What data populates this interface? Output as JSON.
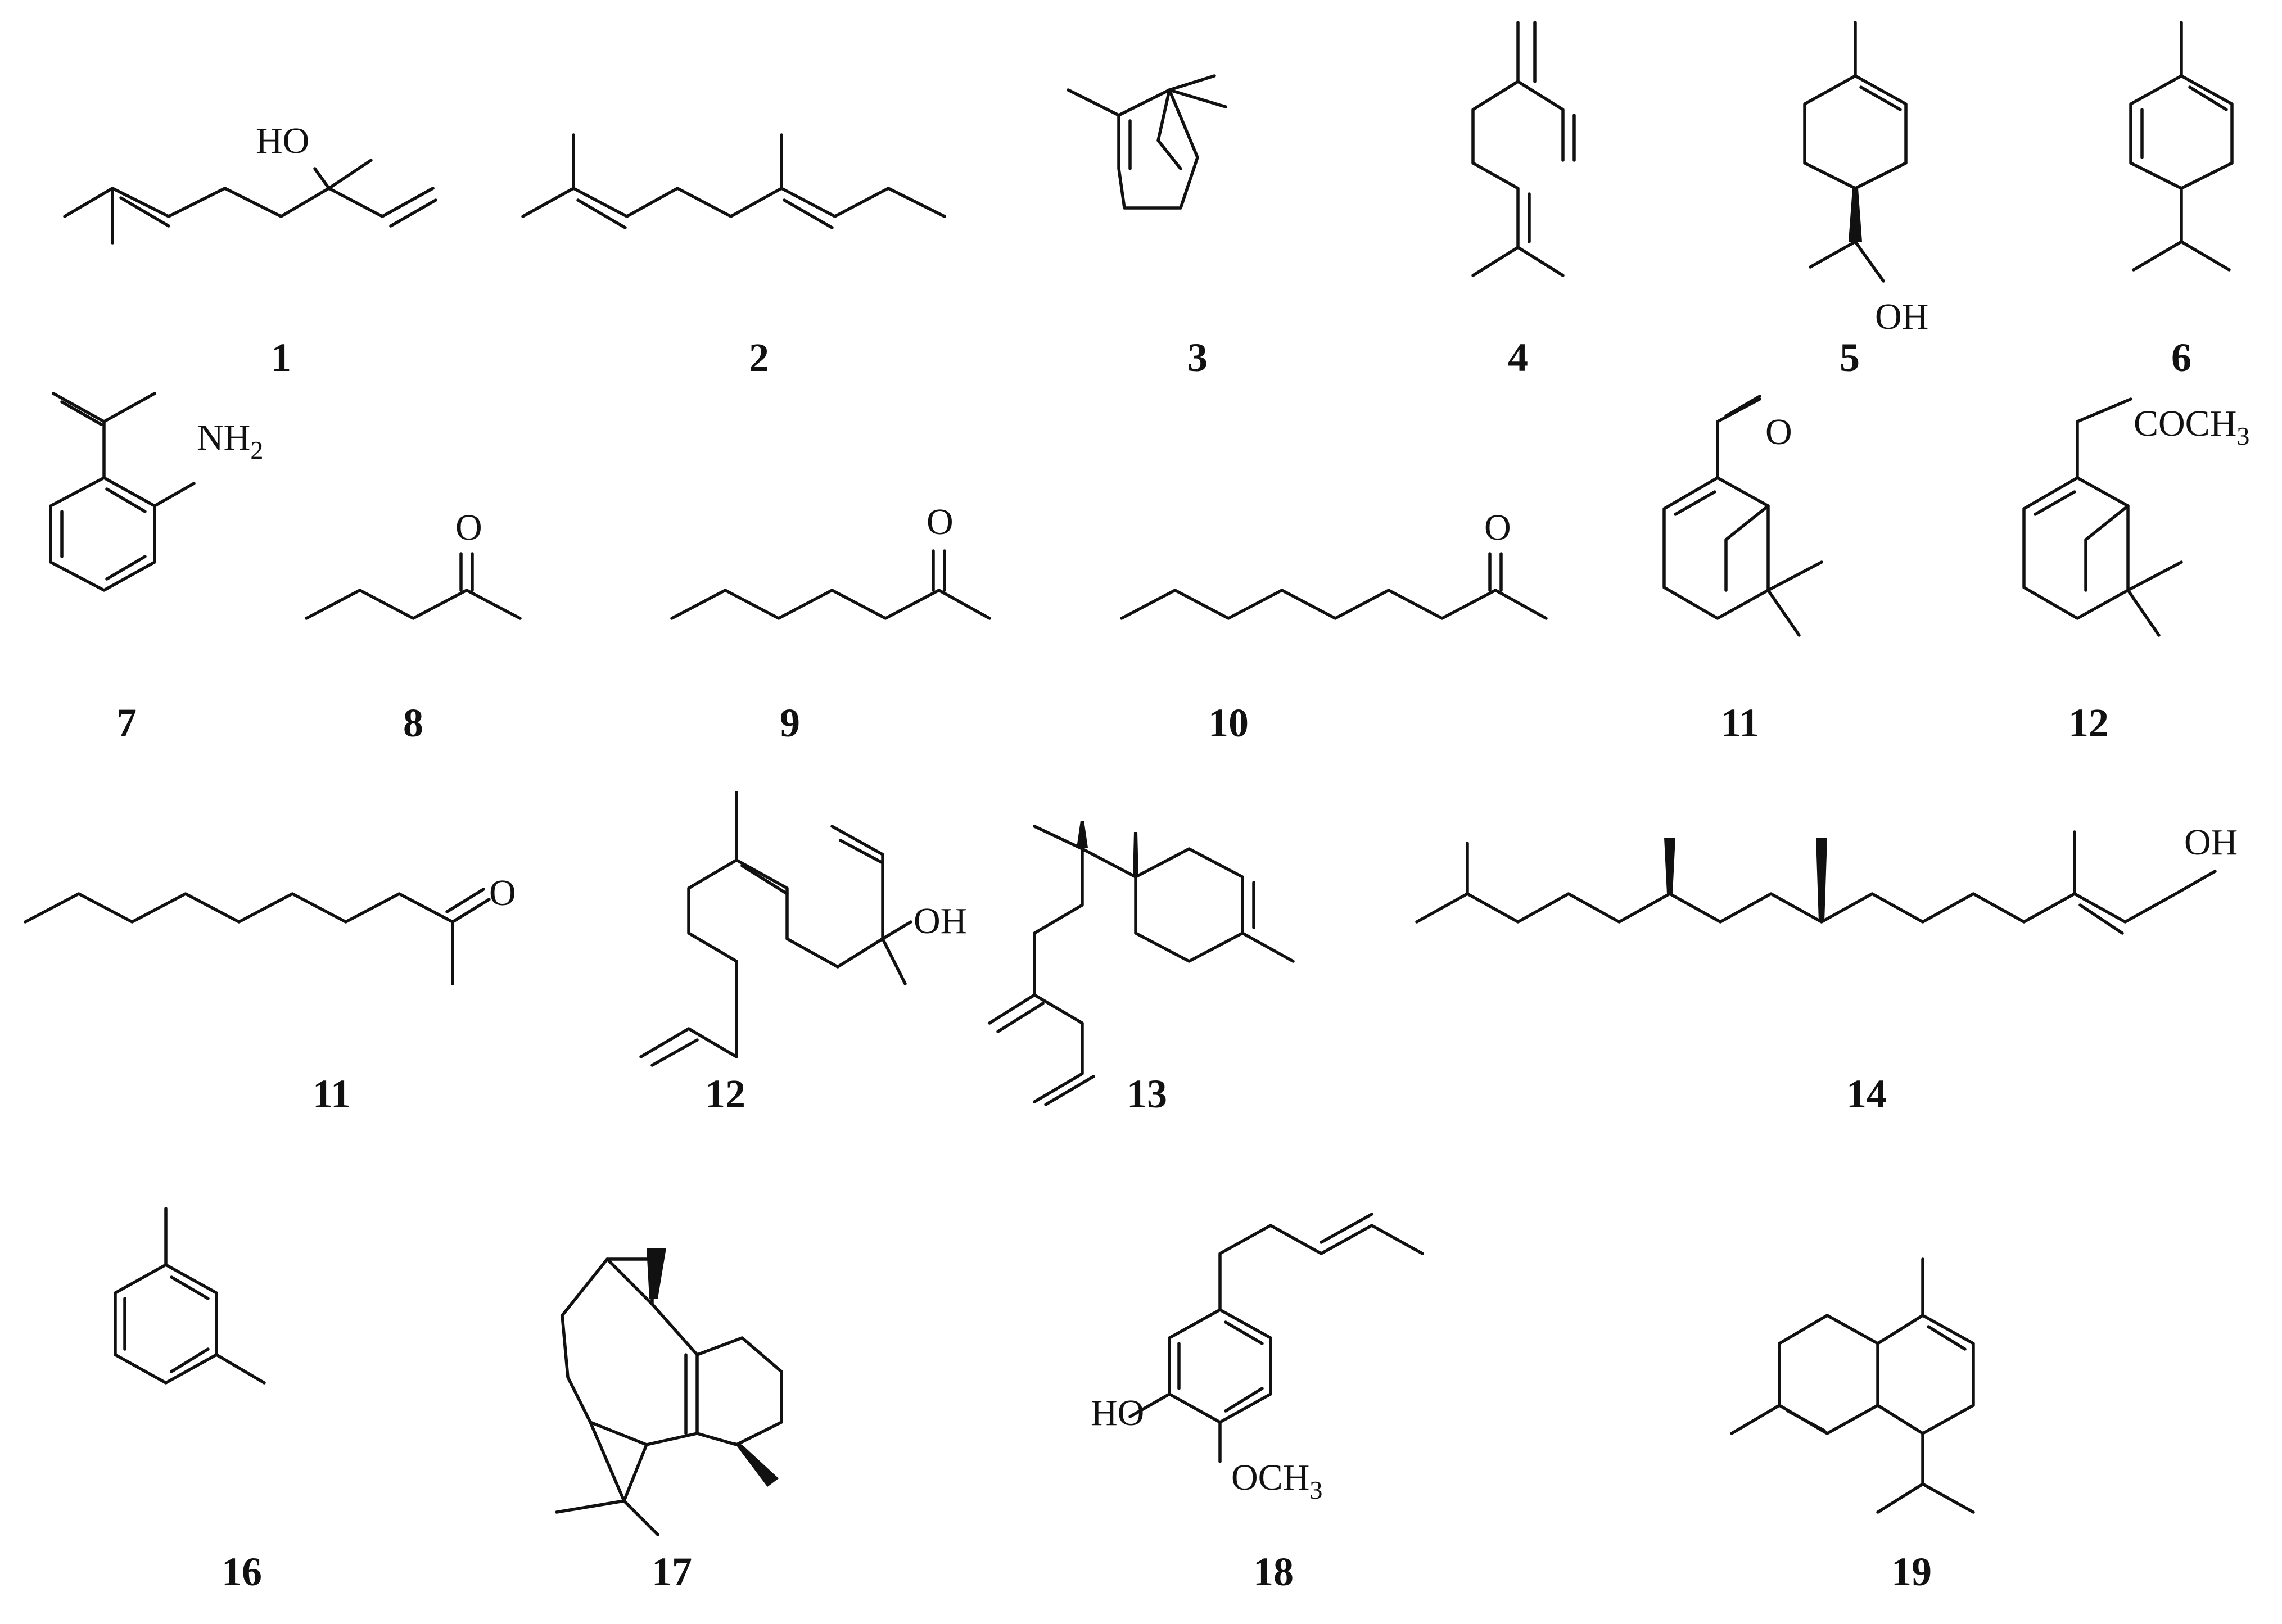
{
  "compounds": [
    {
      "number": "1",
      "labels": [
        "HO"
      ]
    },
    {
      "number": "2",
      "labels": []
    },
    {
      "number": "3",
      "labels": []
    },
    {
      "number": "4",
      "labels": []
    },
    {
      "number": "5",
      "labels": [
        "OH"
      ]
    },
    {
      "number": "6",
      "labels": []
    },
    {
      "number": "7",
      "labels": [
        "NH",
        "2"
      ]
    },
    {
      "number": "8",
      "labels": [
        "O"
      ]
    },
    {
      "number": "9",
      "labels": [
        "O"
      ]
    },
    {
      "number": "10",
      "labels": [
        "O"
      ]
    },
    {
      "number": "11",
      "labels": [
        "O"
      ]
    },
    {
      "number": "12",
      "labels": [
        "COCH",
        "3"
      ]
    },
    {
      "number": "11",
      "labels": [
        "O"
      ]
    },
    {
      "number": "12",
      "labels": [
        "OH"
      ]
    },
    {
      "number": "13",
      "labels": []
    },
    {
      "number": "14",
      "labels": [
        "OH"
      ]
    },
    {
      "number": "16",
      "labels": []
    },
    {
      "number": "17",
      "labels": []
    },
    {
      "number": "18",
      "labels": [
        "HO",
        "OCH",
        "3"
      ]
    },
    {
      "number": "19",
      "labels": []
    }
  ]
}
